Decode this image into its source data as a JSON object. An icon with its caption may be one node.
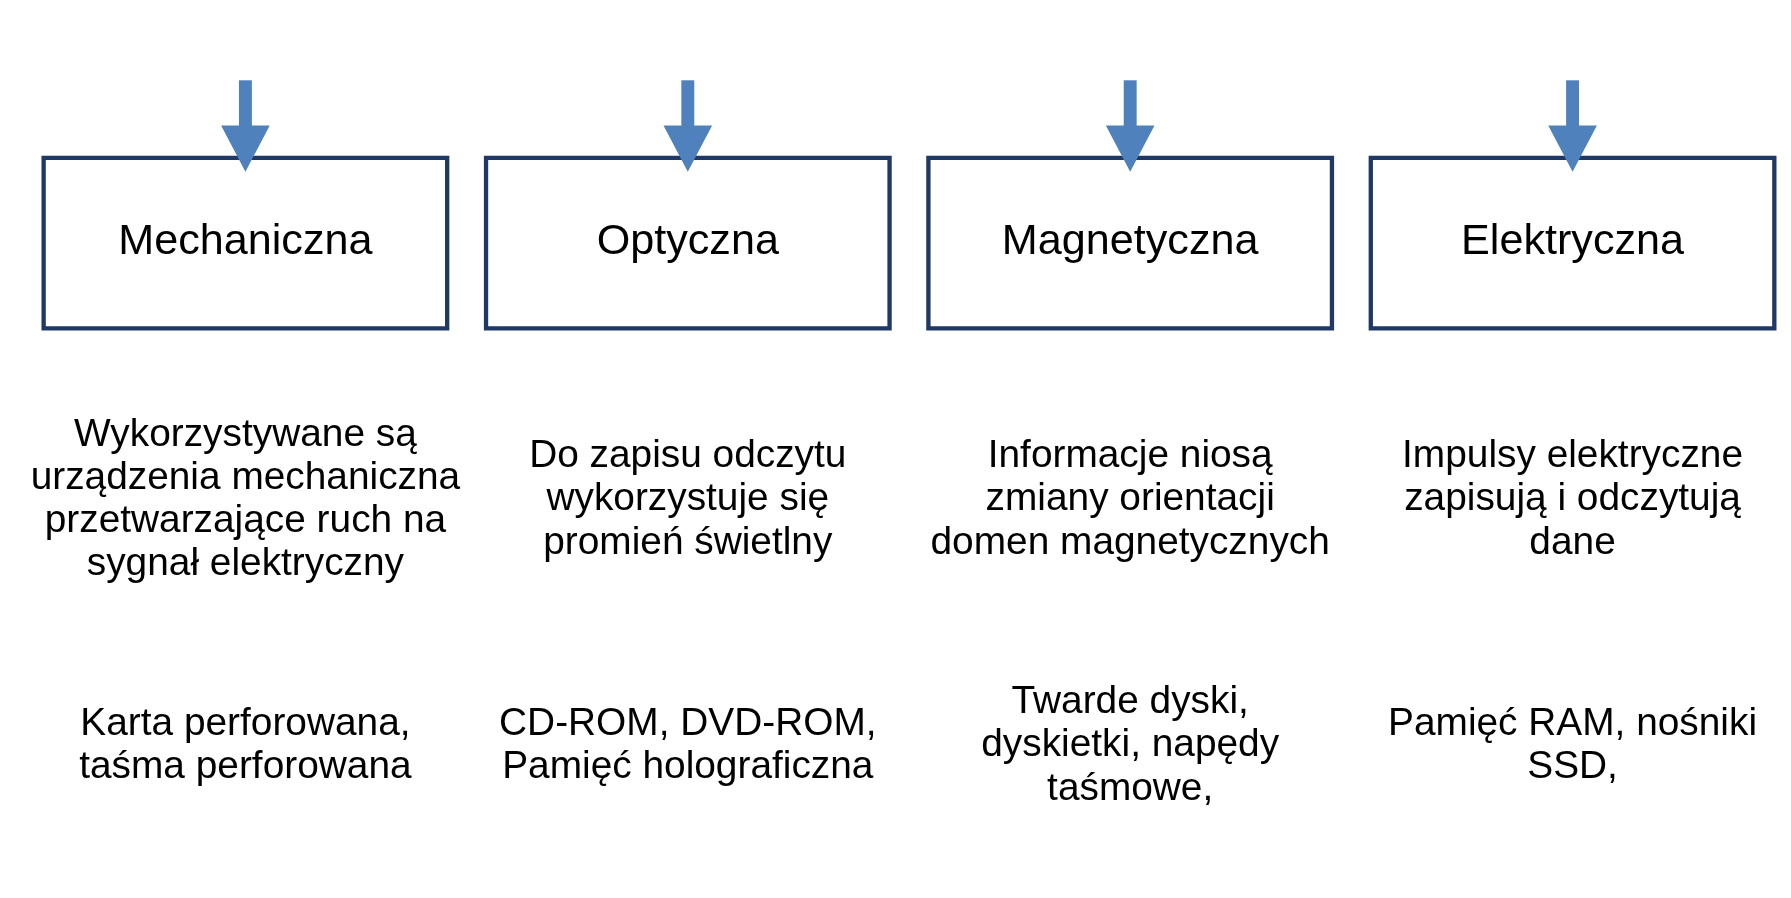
{
  "diagram": {
    "nodes": [
      {
        "text": [
          "Mechaniczna"
        ]
      },
      {
        "text": [
          "Optyczna"
        ]
      },
      {
        "text": [
          "Magnetyczna"
        ]
      },
      {
        "text": [
          "Elektryczna"
        ]
      }
    ],
    "edges": [
      {
        "from": null,
        "to": 0,
        "arrow": "to"
      },
      {
        "from": null,
        "to": 1,
        "arrow": "to"
      },
      {
        "from": null,
        "to": 2,
        "arrow": "to"
      },
      {
        "from": null,
        "to": 3,
        "arrow": "to"
      }
    ],
    "labels": [
      "Wykorzystywane są urządzenia mechaniczna przetwarzające ruch na sygnał elektryczny",
      "Do zapisu odczytu wykorzystuje się promień świetlny",
      "Informacje niosą zmiany orientacji domen magnetycznych",
      "Impulsy elektryczne zapisują i odczytują dane",
      "Karta perforowana, taśma perforowana",
      "CD-ROM, DVD-ROM, Pamięć holograficzna",
      "Twarde dyski, dyskietki, napędy taśmowe,",
      "Pamięć RAM, nośniki SSD,"
    ]
  }
}
